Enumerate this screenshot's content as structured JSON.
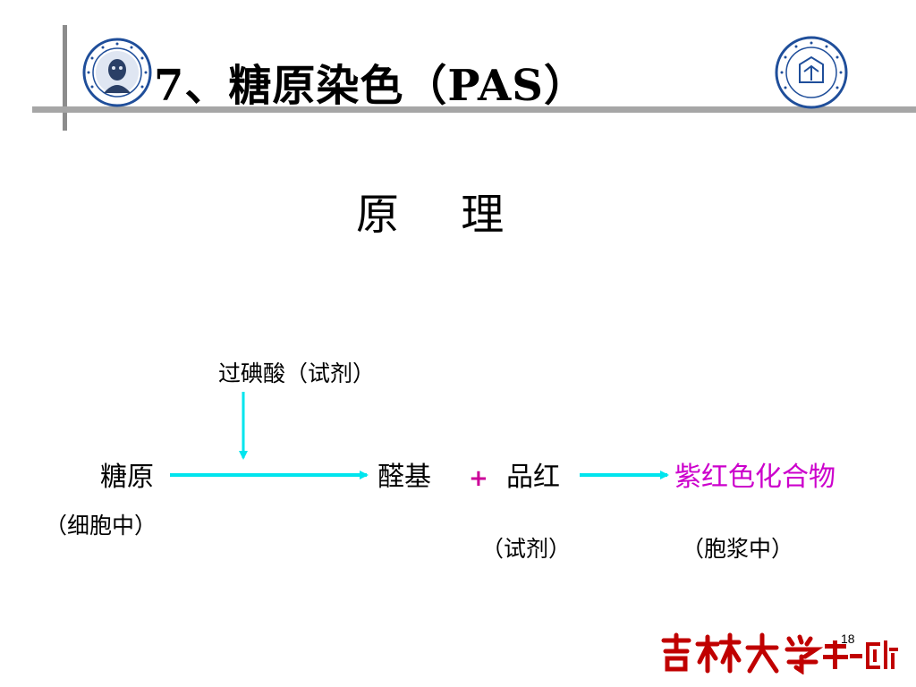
{
  "slide": {
    "title": "7、糖原染色（PAS）",
    "subtitle": "原　 理",
    "page_number": "18"
  },
  "diagram": {
    "reagent_top": "过碘酸（试剂）",
    "glycogen": "糖原",
    "glycogen_location": "（细胞中）",
    "aldehyde": "醛基",
    "plus": "+",
    "fuchsin": "品红",
    "fuchsin_note": "（试剂）",
    "product": "紫红色化合物",
    "product_location": "（胞浆中）"
  },
  "logos": {
    "left": "first-hospital-jilin-university-seal",
    "right": "jilin-university-seal",
    "footer": "吉林大学第一医院"
  },
  "colors": {
    "arrow": "#00e5ee",
    "product": "#cc00cc",
    "plus": "#cc0099",
    "footer_red": "#c00000",
    "logo_blue": "#1f4e9a"
  }
}
